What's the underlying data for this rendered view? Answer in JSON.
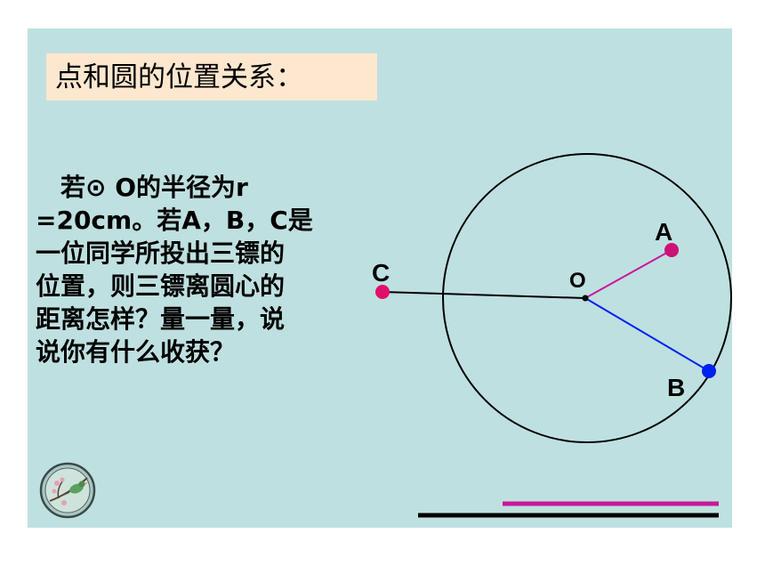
{
  "slide": {
    "title": "点和圆的位置关系：",
    "body_lines": [
      "　若⊙ O的半径为r",
      "=20cm。若A，B，C是",
      "一位同学所投出三镖的",
      "位置，则三镖离圆心的",
      "距离怎样？量一量，说",
      "说你有什么收获？"
    ]
  },
  "diagram": {
    "center_label": "O",
    "points": [
      {
        "label": "A",
        "color": "#cc1177"
      },
      {
        "label": "B",
        "color": "#0022ee"
      },
      {
        "label": "C",
        "color": "#e0106a"
      }
    ]
  },
  "colors": {
    "background": "#bfe0e0",
    "title_bg": "#fde7cf",
    "line_magenta": "#c8189a",
    "line_black": "#000000"
  },
  "icons": {
    "logo": "bird-on-branch-seal-icon"
  }
}
